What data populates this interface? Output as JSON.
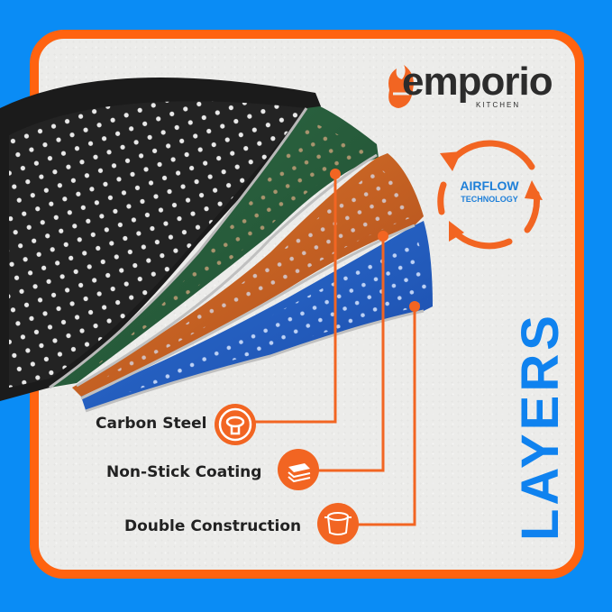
{
  "brand": {
    "name": "emporio",
    "subtitle": "KITCHEN"
  },
  "airflow": {
    "title": "AIRFLOW",
    "subtitle": "TECHNOLOGY"
  },
  "heading": "LAYERS",
  "features": [
    {
      "label": "Carbon Steel",
      "icon": "carbon-steel-icon"
    },
    {
      "label": "Non-Stick Coating",
      "icon": "stacked-sheets-icon"
    },
    {
      "label": "Double Construction",
      "icon": "pan-cylinder-icon"
    }
  ],
  "pan_layers": [
    "black",
    "green",
    "orange",
    "blue"
  ],
  "colors": {
    "background": "#0a8cf5",
    "border": "#ff6310",
    "accent_orange": "#f26522",
    "accent_blue": "#0f82ef",
    "card": "#ececea"
  }
}
